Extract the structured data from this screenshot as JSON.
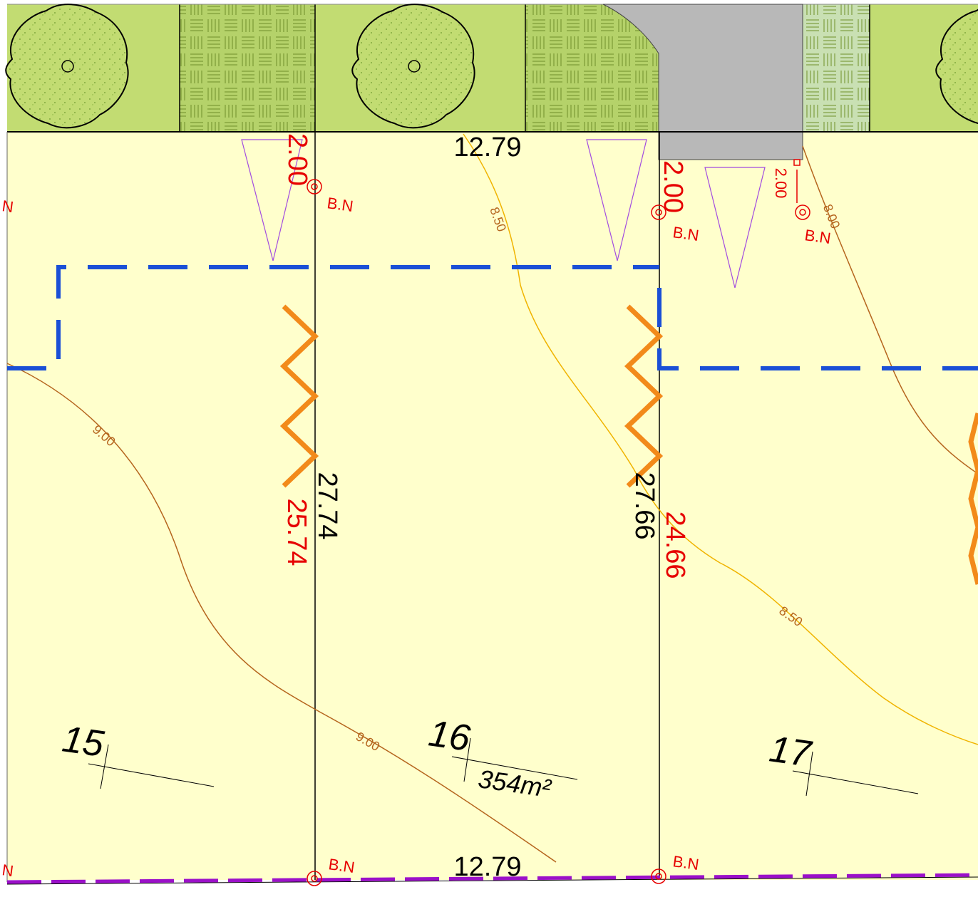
{
  "colors": {
    "lot_fill": "#ffffcc",
    "verge_fill": "#c2dc72",
    "paving_fill": "#b5d26a",
    "paving_alt_fill": "#c9e0b3",
    "driveway_fill": "#b8b8b8",
    "boundary_line": "#000000",
    "building_envelope": "#1a4fd6",
    "retaining_wall": "#f28a1a",
    "contour_9": "#b5651d",
    "contour_8_5": "#f0b400",
    "survey_mark": "#e60000",
    "setback_label": "#e60000",
    "frontage_dash": "#9b10c9",
    "triangle_outline": "#a14be0"
  },
  "lots": [
    {
      "number": "15",
      "area": ""
    },
    {
      "number": "16",
      "area": "354m²"
    },
    {
      "number": "17",
      "area": ""
    }
  ],
  "dimensions": {
    "top_frontage_16": "12.79",
    "bottom_frontage_16": "12.79",
    "side_15_16": "27.74",
    "side_16_17": "27.66"
  },
  "setbacks": {
    "wall_15": "25.74",
    "wall_16": "24.66",
    "front_a": "2.00",
    "front_b": "2.00",
    "front_c": "2.00"
  },
  "survey_marks": {
    "label": "B.N",
    "partial_label": "N"
  },
  "contours": {
    "upper_left": "9.00",
    "lower_mid": "9.00",
    "mid_a": "8.50",
    "mid_b": "8.50",
    "right": "8.00"
  },
  "icons": {
    "tree": "tree-canopy-icon",
    "survey_mark": "survey-mark-icon",
    "retaining_wall": "retaining-wall-icon",
    "driveway_triangle": "driveway-sightline-icon"
  }
}
